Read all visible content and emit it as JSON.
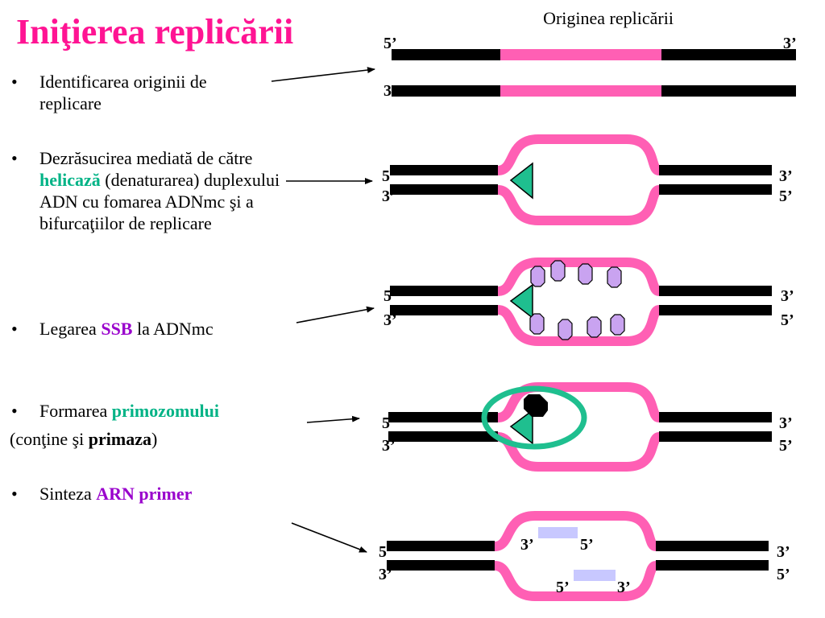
{
  "title": "Iniţierea replicării",
  "origin_label": "Originea replicării",
  "bullets": [
    {
      "text": "Identificarea originii de replicare"
    },
    {
      "pre": "Dezrăsucirea mediată de către ",
      "highlight": "helicază",
      "post": " (denaturarea) duplexului ADN cu fomarea ADNmc şi a bifurcaţiilor de replicare"
    },
    {
      "pre": "Legarea ",
      "highlight": "SSB",
      "post": " la ADNmc"
    },
    {
      "pre": "Formarea ",
      "highlight": "primozomului"
    },
    {
      "pre": "Sinteza ",
      "highlight": "ARN primer"
    }
  ],
  "primozom_note": {
    "open": "(conţine şi ",
    "bold": "primaza",
    "close": ")"
  },
  "bullet_symbol": "•",
  "strand_labels": {
    "five": "5’",
    "three": "3’"
  },
  "colors": {
    "title": "#ff1493",
    "dna_strand": "#000000",
    "origin_region": "#ff5fb4",
    "helicase": "#1fbf8f",
    "ssb": "#c9a3f0",
    "primozom_ring": "#1fbf8f",
    "primer": "#c8c8ff"
  }
}
